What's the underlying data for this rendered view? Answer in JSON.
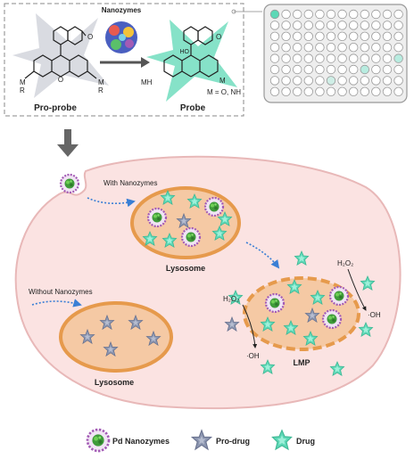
{
  "pro_probe_label": "Pro-probe",
  "probe_label": "Probe",
  "arrow_label": "Nanozymes",
  "pro_probe_substituent_m": "M",
  "pro_probe_substituent_r": "R",
  "probe_substituent_m": "M",
  "probe_substituent_mh": "MH",
  "probe_ho_label": "HO",
  "probe_condition": "M = O, NH",
  "ring_o": "O",
  "carbonyl_o": "O",
  "with_label": "With Nanozymes",
  "without_label": "Without Nanozymes",
  "lysosome_label": "Lysosome",
  "lysosome_label_2": "Lysosome",
  "lmp_label": "LMP",
  "h2o2_top": "H₂O₂",
  "h2o2_left": "H₂O₂",
  "oh_right": "·OH",
  "oh_left": "·OH",
  "legend": {
    "pd": "Pd Nanozymes",
    "prodrug": "Pro-drug",
    "drug": "Drug"
  },
  "colors": {
    "cell_fill": "#fbe3e2",
    "cell_stroke": "#e8b8b8",
    "lysosome_fill": "#f5c9a4",
    "lysosome_stroke": "#e69a4c",
    "drug": "#5dd8b6",
    "prodrug": "#8c96b0",
    "nanozyme_ring": "#a35bb5",
    "arrow_blue": "#3a7fd5"
  }
}
